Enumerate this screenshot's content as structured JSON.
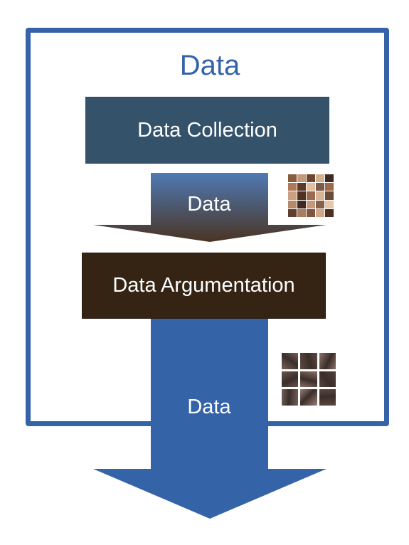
{
  "title": "Data",
  "steps": [
    {
      "label": "Data Collection"
    },
    {
      "label": "Data Argumentation"
    }
  ],
  "arrows": [
    {
      "label": "Data"
    },
    {
      "label": "Data"
    }
  ],
  "colors": {
    "frame": "#3463a7",
    "collection_box": "#34536b",
    "argumentation_box": "#352414",
    "arrow_blue": "#3463a7",
    "arrow_gradient_top": "#4f7ab4",
    "arrow_gradient_bottom": "#4a3423"
  },
  "thumbnails": {
    "faces": [
      "#8a5a3c",
      "#c49a7a",
      "#6e4630",
      "#d1b08c",
      "#3a2a22",
      "#b07858",
      "#5a3a2a",
      "#e0c0a0",
      "#7a5a48",
      "#a06848",
      "#caa080",
      "#4e3224",
      "#9a6a50",
      "#d8b494",
      "#6a4a3a",
      "#b48a6a",
      "#3e2a20",
      "#c8987a",
      "#8a6048",
      "#e4c8aa",
      "#5e4030",
      "#a87c5c",
      "#7c5640",
      "#cfa888",
      "#4a3022"
    ],
    "patches": [
      "#7a6258",
      "#5e4a42",
      "#8c7268",
      "#6a544c",
      "#8a6e64",
      "#52403a",
      "#74605a",
      "#9a8076",
      "#5a463e"
    ]
  }
}
